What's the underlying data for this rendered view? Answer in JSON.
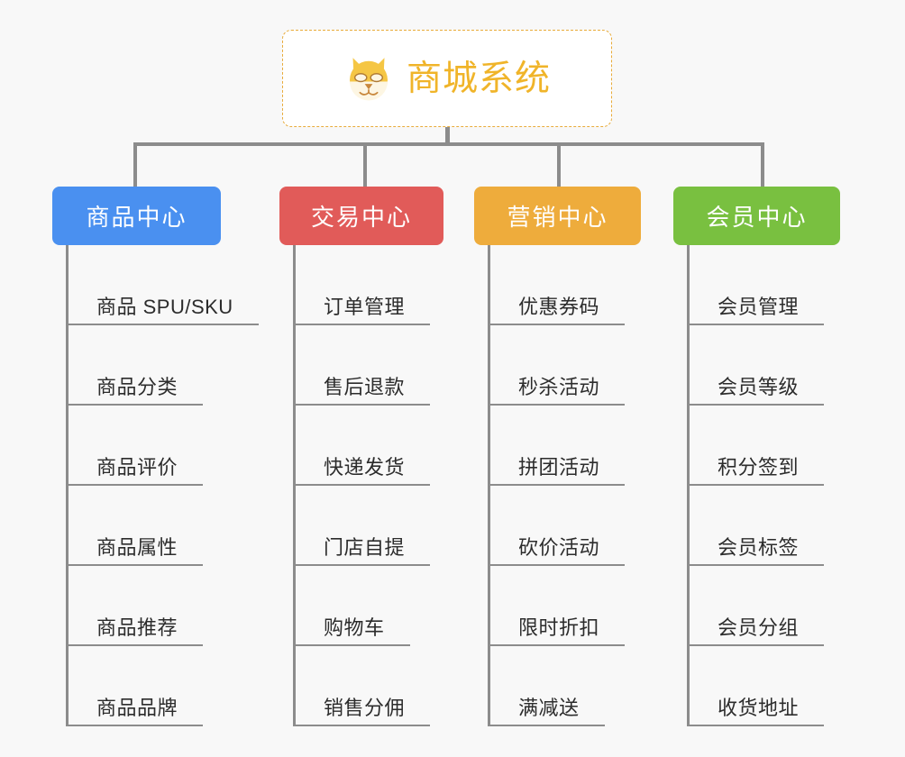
{
  "page": {
    "background_color": "#f8f8f8",
    "line_color": "#8c8c8c"
  },
  "root": {
    "title": "商城系统",
    "icon": "dog-face-icon",
    "text_color": "#f0b429",
    "border_color": "#e8ab3a"
  },
  "branches": [
    {
      "title": "商品中心",
      "color": "#4a90f0",
      "items": [
        "商品 SPU/SKU",
        "商品分类",
        "商品评价",
        "商品属性",
        "商品推荐",
        "商品品牌"
      ]
    },
    {
      "title": "交易中心",
      "color": "#e15b59",
      "items": [
        "订单管理",
        "售后退款",
        "快递发货",
        "门店自提",
        "购物车",
        "销售分佣"
      ]
    },
    {
      "title": "营销中心",
      "color": "#eeac3c",
      "items": [
        "优惠券码",
        "秒杀活动",
        "拼团活动",
        "砍价活动",
        "限时折扣",
        "满减送"
      ]
    },
    {
      "title": "会员中心",
      "color": "#79c040",
      "items": [
        "会员管理",
        "会员等级",
        "积分签到",
        "会员标签",
        "会员分组",
        "收货地址"
      ]
    }
  ]
}
